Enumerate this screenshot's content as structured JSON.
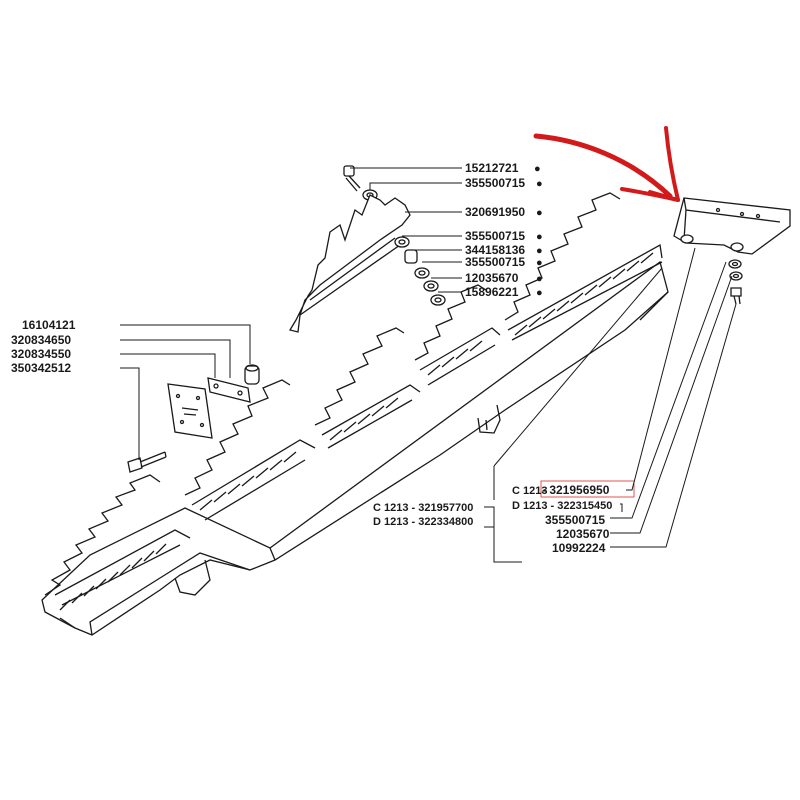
{
  "colors": {
    "ink": "#1a1a1a",
    "highlight_box": "#e05555",
    "arrow": "#d21a1a"
  },
  "icons": {
    "arrow": "curved-red-arrow-icon",
    "dot": "bullet-dot-icon"
  },
  "top_group": {
    "parts": [
      {
        "number": "15212721",
        "dot": "●"
      },
      {
        "number": "355500715",
        "dot": "●"
      },
      {
        "number": "320691950",
        "dot": "●"
      },
      {
        "number": "355500715",
        "dot": "●"
      },
      {
        "number": "344158136",
        "dot": "●"
      },
      {
        "number": "355500715",
        "dot": "●"
      },
      {
        "number": "12035670",
        "dot": "●"
      },
      {
        "number": "15896221",
        "dot": "●"
      }
    ]
  },
  "left_group": {
    "parts": [
      "16104121",
      "320834650",
      "320834550",
      "350342512"
    ]
  },
  "bottom_center": {
    "line1": "C 1213 - 321957700",
    "line2": "D 1213 - 322334800"
  },
  "right_group": {
    "line1_prefix": "C 1213",
    "line1_part": "- 321956950",
    "line2": "D 1213 - 322315450",
    "parts": [
      "355500715",
      "12035670",
      "10992224"
    ]
  }
}
